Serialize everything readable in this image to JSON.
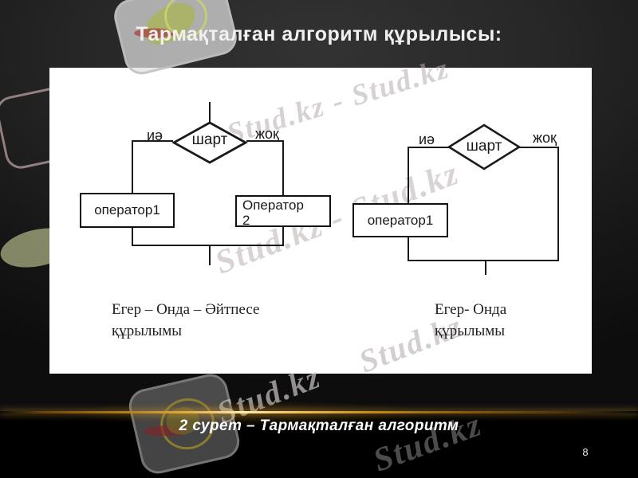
{
  "slide": {
    "title": "Тармақталған алгоритм құрылысы:",
    "footer_caption": "2 сурет – Тармақталған алгоритм",
    "page_number": "8"
  },
  "charts": {
    "left": {
      "condition_label": "шарт",
      "yes_label": "иә",
      "no_label": "жоқ",
      "operator1_label": "оператор1",
      "operator2_line1": "Оператор",
      "operator2_line2": "2",
      "caption_line1": "Егер – Онда – Әйтпесе",
      "caption_line2": "құрылымы"
    },
    "right": {
      "condition_label": "шарт",
      "yes_label": "иә",
      "no_label": "жоқ",
      "operator1_label": "оператор1",
      "caption_line1": "Егер- Онда",
      "caption_line2": "құрылымы"
    }
  },
  "watermarks": {
    "double": "Stud.kz - Stud.kz",
    "single": "Stud.kz"
  },
  "colors": {
    "accent_gold": "#d69a1e",
    "background": "#000000",
    "panel": "#ffffff",
    "line_stroke": "#1a1a1a"
  }
}
